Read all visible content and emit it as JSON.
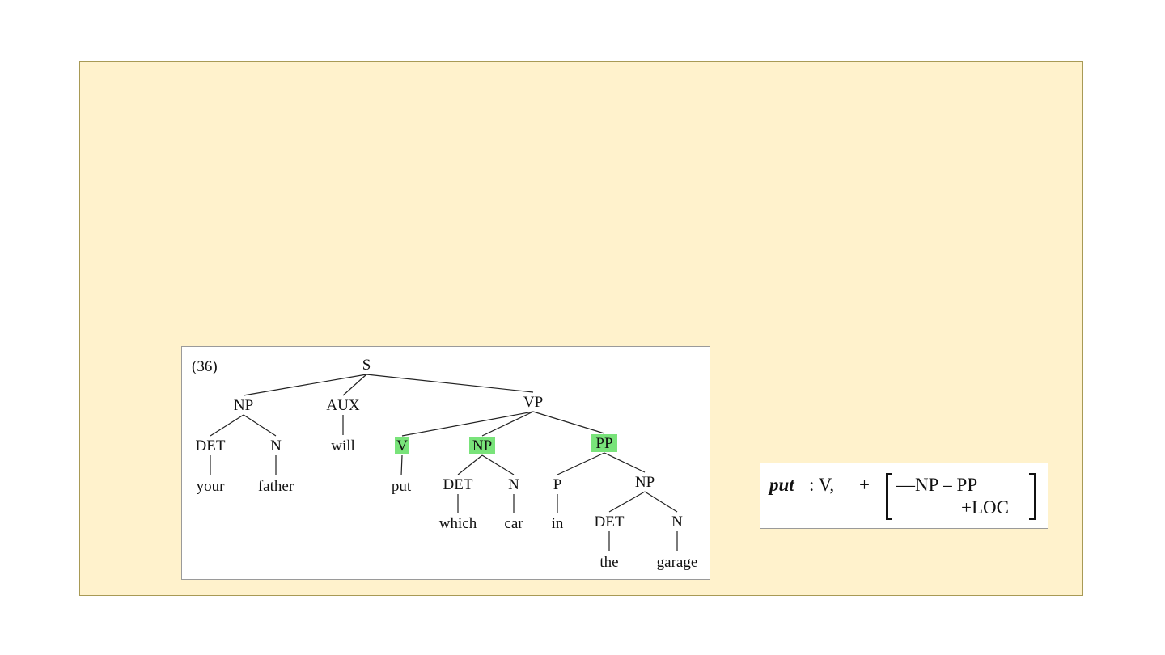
{
  "example_number": "(36)",
  "tree": {
    "nodes": [
      {
        "id": "S",
        "label": "S",
        "highlight": false
      },
      {
        "id": "NP1",
        "label": "NP",
        "highlight": false
      },
      {
        "id": "AUX",
        "label": "AUX",
        "highlight": false
      },
      {
        "id": "VP",
        "label": "VP",
        "highlight": false
      },
      {
        "id": "DET1",
        "label": "DET",
        "highlight": false
      },
      {
        "id": "N1",
        "label": "N",
        "highlight": false
      },
      {
        "id": "will",
        "label": "will",
        "highlight": false
      },
      {
        "id": "V",
        "label": "V",
        "highlight": true
      },
      {
        "id": "NP2",
        "label": "NP",
        "highlight": true
      },
      {
        "id": "PP",
        "label": "PP",
        "highlight": true
      },
      {
        "id": "your",
        "label": "your",
        "highlight": false
      },
      {
        "id": "father",
        "label": "father",
        "highlight": false
      },
      {
        "id": "put",
        "label": "put",
        "highlight": false
      },
      {
        "id": "DET2",
        "label": "DET",
        "highlight": false
      },
      {
        "id": "N2",
        "label": "N",
        "highlight": false
      },
      {
        "id": "P",
        "label": "P",
        "highlight": false
      },
      {
        "id": "NP3",
        "label": "NP",
        "highlight": false
      },
      {
        "id": "which",
        "label": "which",
        "highlight": false
      },
      {
        "id": "car",
        "label": "car",
        "highlight": false
      },
      {
        "id": "in",
        "label": "in",
        "highlight": false
      },
      {
        "id": "DET3",
        "label": "DET",
        "highlight": false
      },
      {
        "id": "N3",
        "label": "N",
        "highlight": false
      },
      {
        "id": "the",
        "label": "the",
        "highlight": false
      },
      {
        "id": "garage",
        "label": "garage",
        "highlight": false
      }
    ],
    "edges": [
      [
        "S",
        "NP1"
      ],
      [
        "S",
        "AUX"
      ],
      [
        "S",
        "VP"
      ],
      [
        "NP1",
        "DET1"
      ],
      [
        "NP1",
        "N1"
      ],
      [
        "AUX",
        "will"
      ],
      [
        "VP",
        "V"
      ],
      [
        "VP",
        "NP2"
      ],
      [
        "VP",
        "PP"
      ],
      [
        "DET1",
        "your"
      ],
      [
        "N1",
        "father"
      ],
      [
        "V",
        "put"
      ],
      [
        "NP2",
        "DET2"
      ],
      [
        "NP2",
        "N2"
      ],
      [
        "PP",
        "P"
      ],
      [
        "PP",
        "NP3"
      ],
      [
        "DET2",
        "which"
      ],
      [
        "N2",
        "car"
      ],
      [
        "P",
        "in"
      ],
      [
        "NP3",
        "DET3"
      ],
      [
        "NP3",
        "N3"
      ],
      [
        "DET3",
        "the"
      ],
      [
        "N3",
        "garage"
      ]
    ],
    "highlight_color": "#79e37a"
  },
  "lexical_entry": {
    "word": "put",
    "after_word": ": V,",
    "plus": "+",
    "frame": "—NP – PP",
    "feature": "+LOC"
  }
}
